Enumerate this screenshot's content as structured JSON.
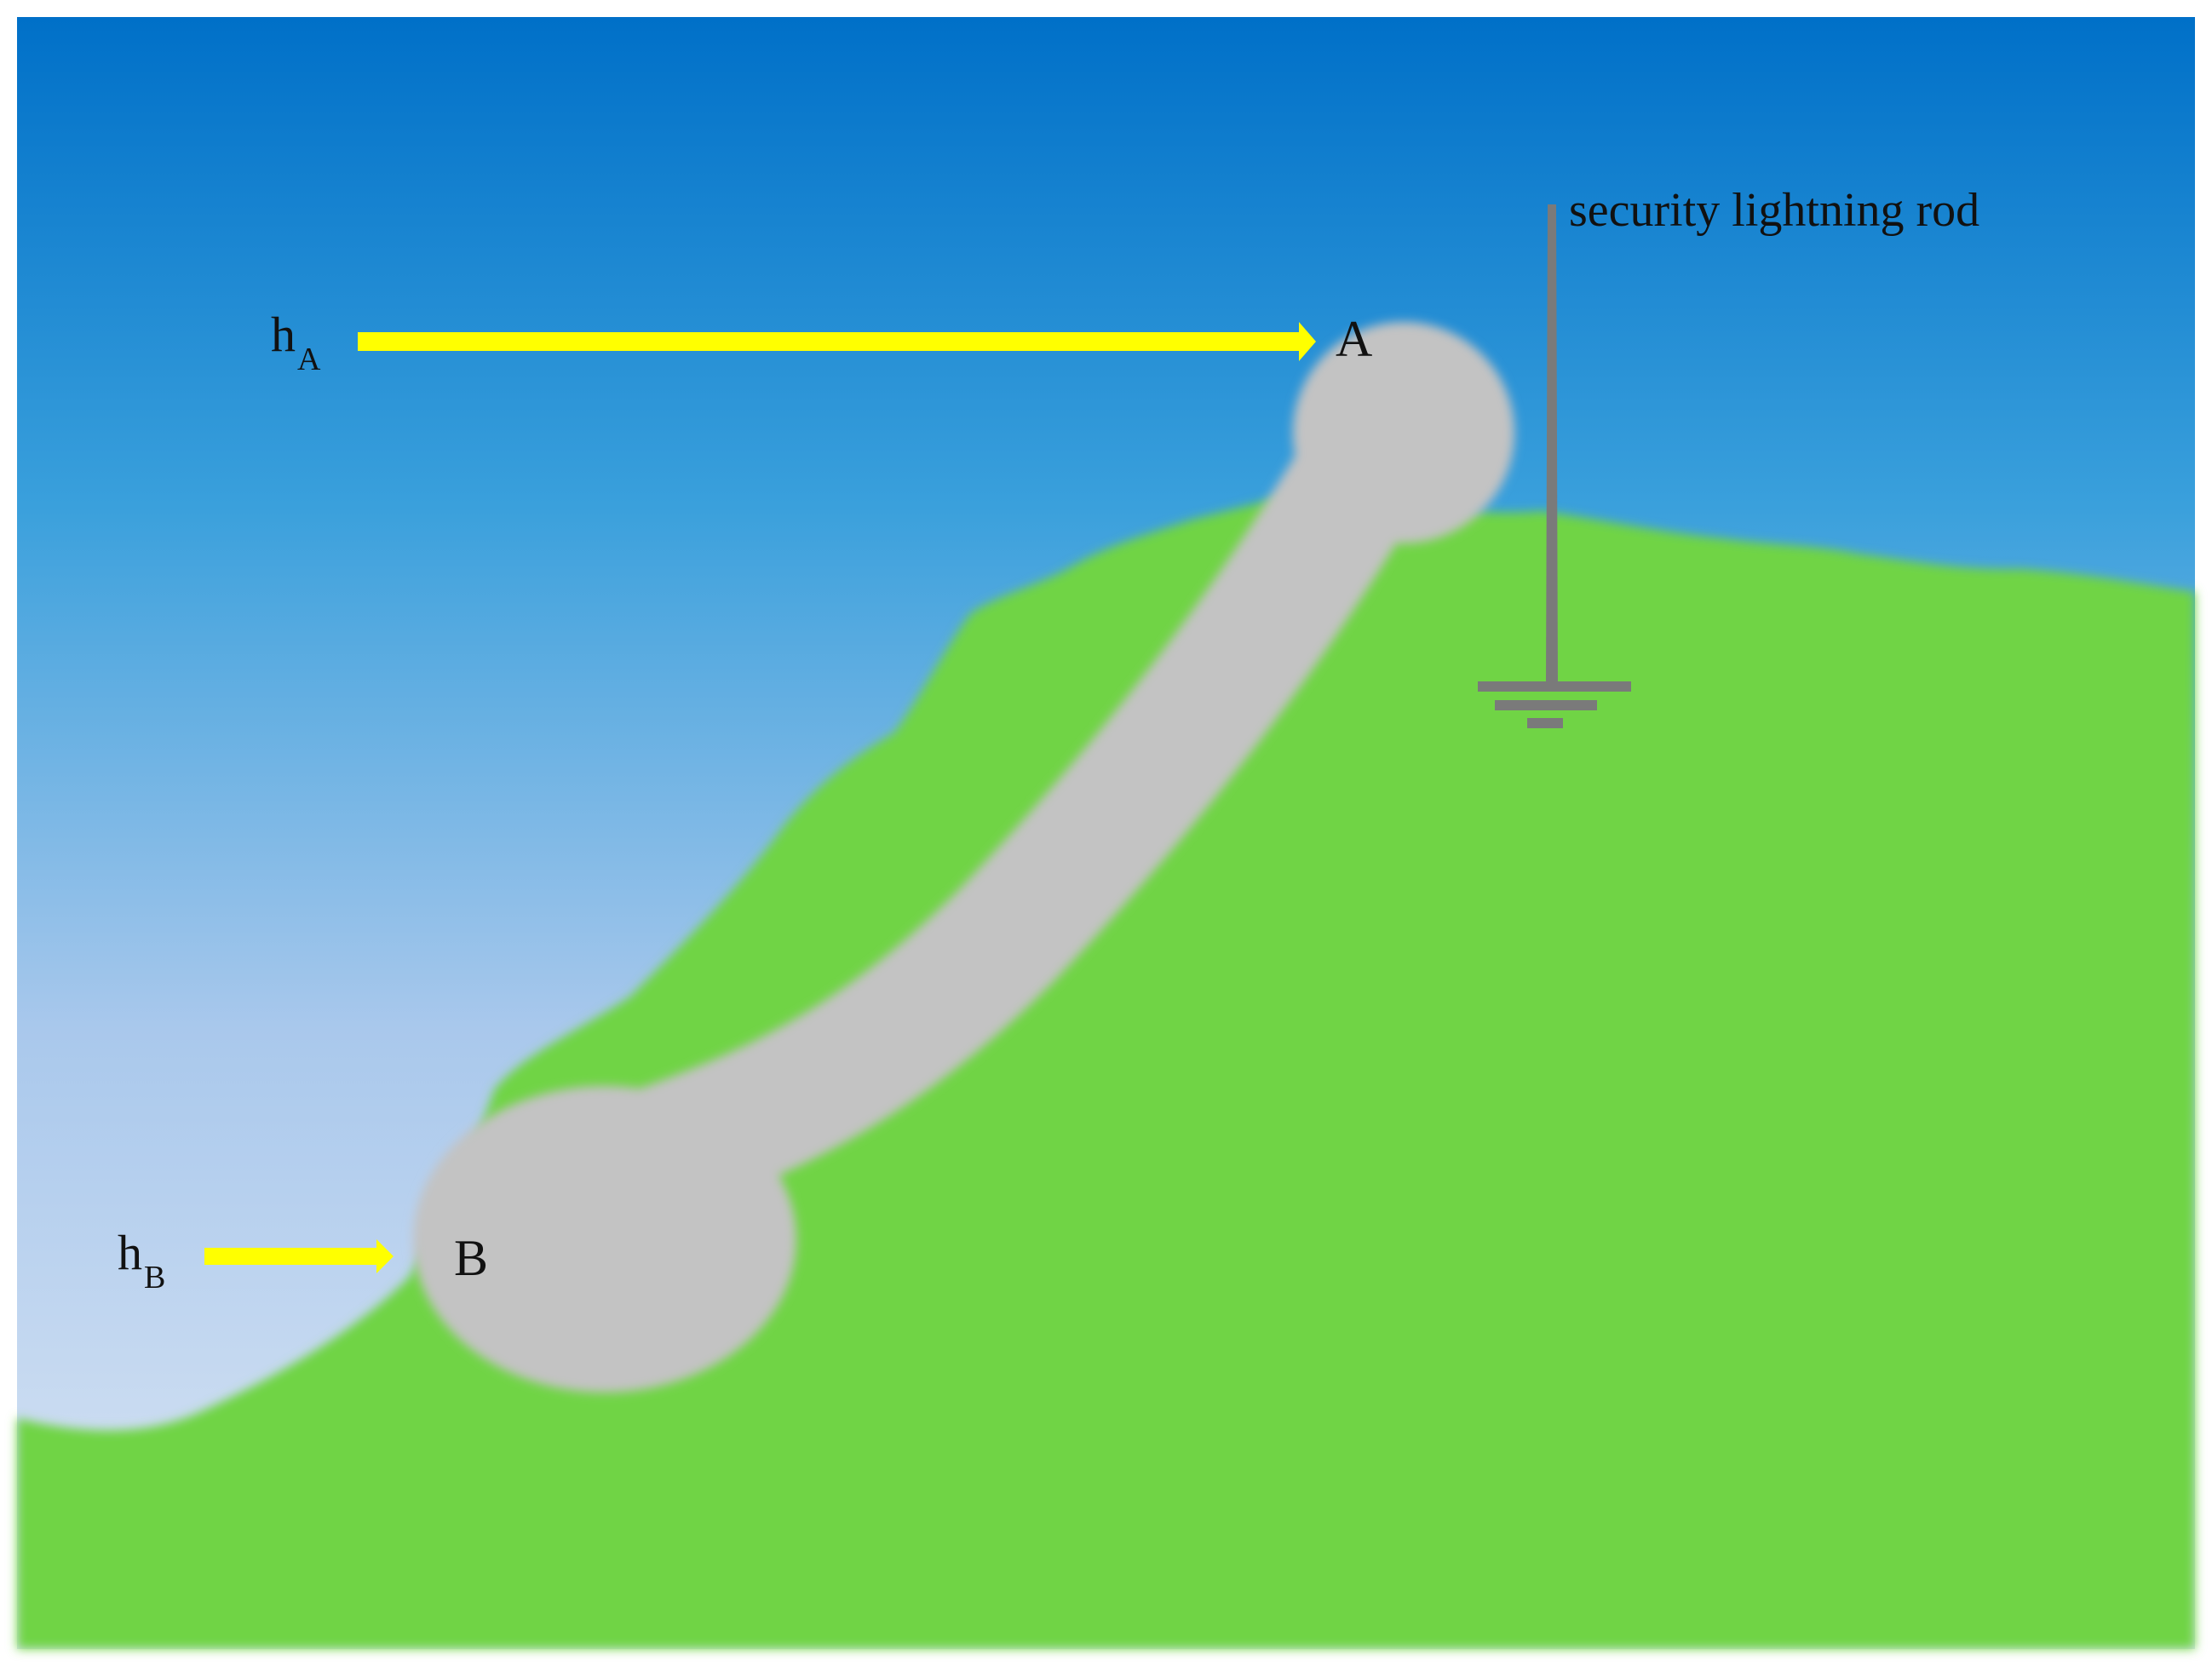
{
  "labels": {
    "point_a": "A",
    "point_b": "B",
    "height_a_base": "h",
    "height_a_sub": "A",
    "height_b_base": "h",
    "height_b_sub": "B",
    "rod": "security lightning rod"
  },
  "colors": {
    "sky_top": "#0070c8",
    "sky_mid": "#3aa0dc",
    "sky_bottom": "#dce6f4",
    "ground": "#6fd444",
    "conductor": "#c3c3c3",
    "arrow": "#ffff00",
    "rod": "#7a7a7a"
  }
}
